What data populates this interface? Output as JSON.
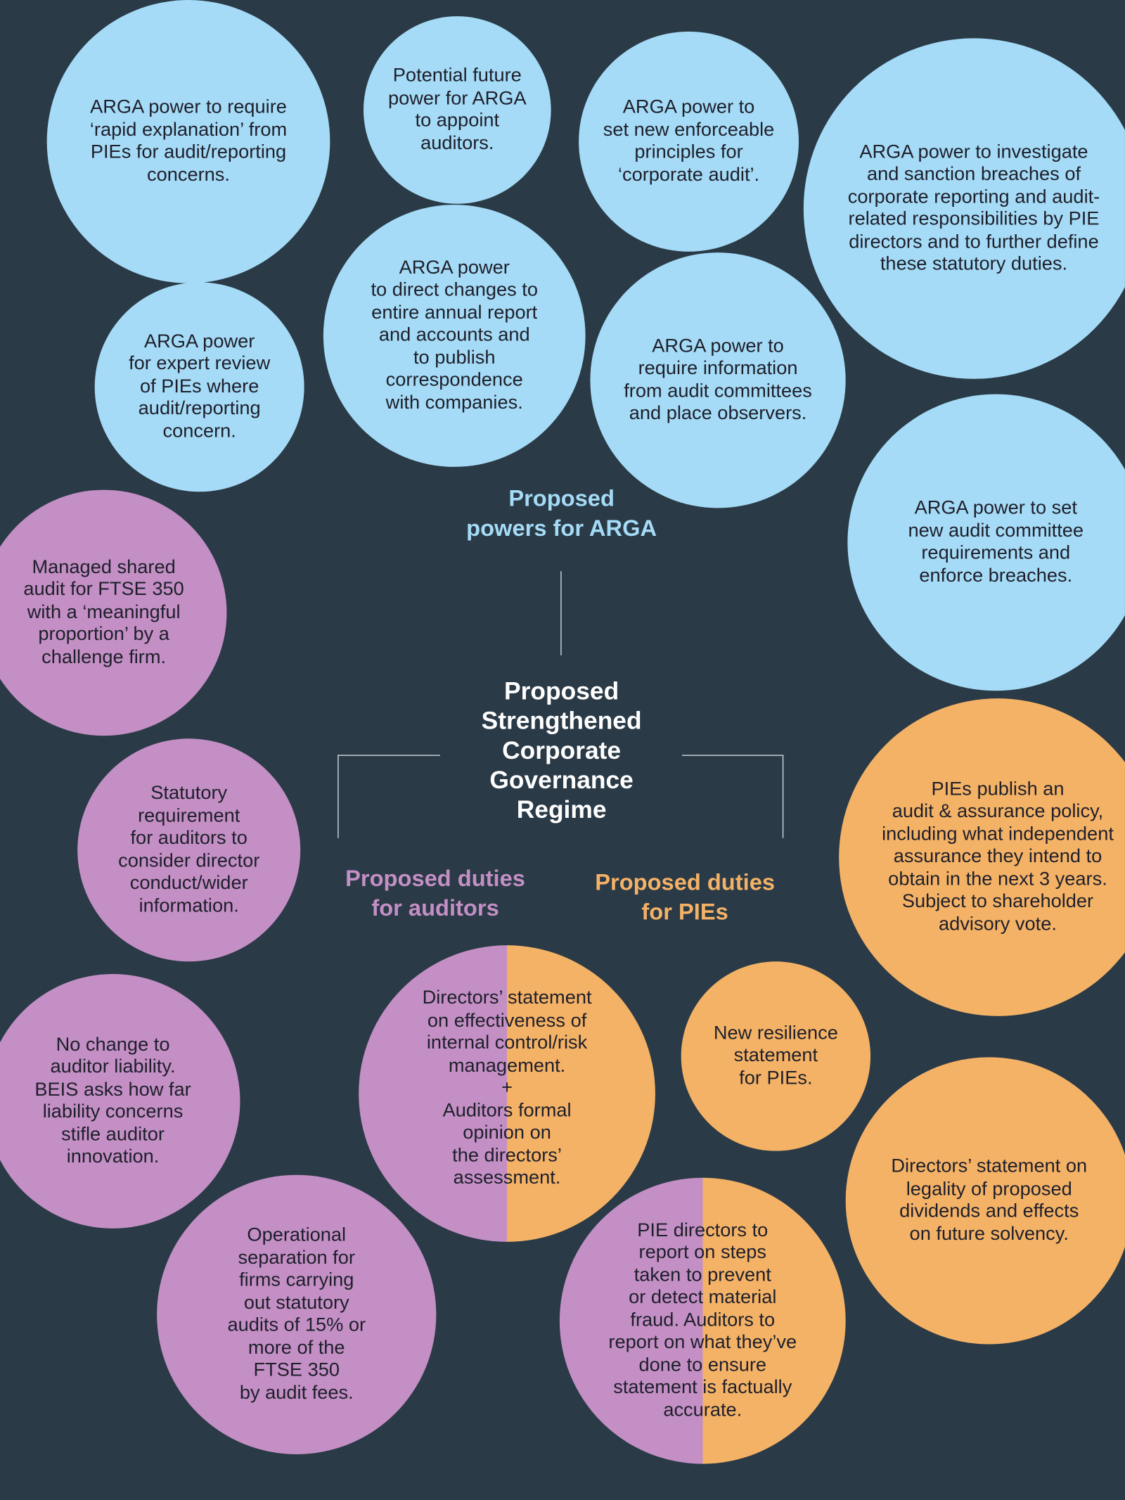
{
  "colors": {
    "background": "#2a3a47",
    "arga": "#a5dbf6",
    "auditors": "#c38fc4",
    "pies": "#f4b266"
  },
  "center_title": "Proposed\nStrengthened\nCorporate\nGovernance\nRegime",
  "group_labels": {
    "arga": "Proposed\npowers for ARGA",
    "auditors": "Proposed duties\nfor auditors",
    "pies": "Proposed duties\nfor PIEs"
  },
  "arga_powers": [
    "ARGA power to require\n‘rapid explanation’ from\nPIEs for audit/reporting\nconcerns.",
    "Potential future\npower for ARGA\nto appoint\nauditors.",
    "ARGA power to\nset new enforceable\nprinciples for\n‘corporate audit’.",
    "ARGA power to investigate\nand sanction breaches of\ncorporate reporting and audit-\nrelated responsibilities by PIE\ndirectors and to further define\nthese statutory duties.",
    "ARGA power\nfor expert review\nof PIEs where\naudit/reporting\nconcern.",
    "ARGA power\nto direct changes to\nentire annual report\nand accounts and\nto publish\ncorrespondence\nwith companies.",
    "ARGA power to\nrequire information\nfrom audit committees\nand place observers.",
    "ARGA power to set\nnew audit committee\nrequirements and\nenforce breaches."
  ],
  "auditor_duties": [
    "Managed shared\naudit for FTSE 350\nwith a ‘meaningful\nproportion’ by a\nchallenge firm.",
    "Statutory\nrequirement\nfor auditors to\nconsider director\nconduct/wider\ninformation.",
    "No change to\nauditor liability.\nBEIS asks how far\nliability concerns\nstifle auditor\ninnovation.",
    "Operational\nseparation for\nfirms carrying\nout statutory\naudits of 15% or\nmore of the\nFTSE 350\nby audit fees."
  ],
  "pie_duties": [
    "PIEs publish an\naudit & assurance policy,\nincluding what independent\nassurance they intend to\nobtain in the next 3 years.\nSubject to shareholder\nadvisory vote.",
    "New resilience\nstatement\nfor PIEs.",
    "Directors’ statement on\nlegality of proposed\ndividends and effects\non future solvency."
  ],
  "shared_duties": [
    "Directors’ statement\non effectiveness of\ninternal control/risk\nmanagement.\n+\nAuditors formal\nopinion on\nthe directors’\nassessment.",
    "PIE directors to\nreport on steps\ntaken to prevent\nor detect material\nfraud. Auditors to\nreport on what they’ve\ndone to ensure\nstatement is factually\naccurate."
  ]
}
